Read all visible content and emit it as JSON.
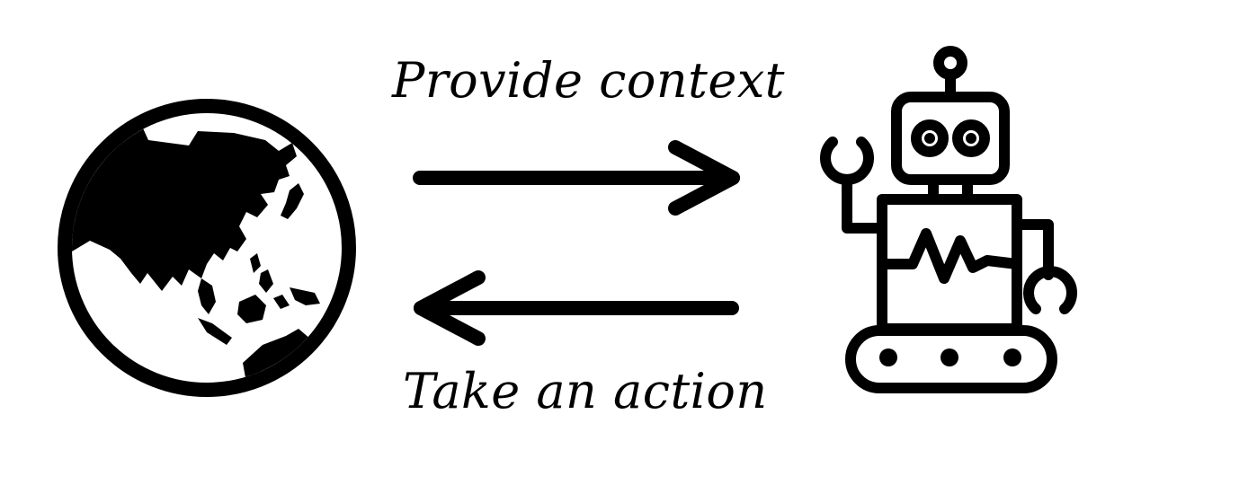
{
  "diagram": {
    "left_node": {
      "icon": "globe-icon"
    },
    "right_node": {
      "icon": "robot-icon"
    },
    "top_edge": {
      "label": "Provide context",
      "direction": "globe-to-robot"
    },
    "bottom_edge": {
      "label": "Take an action",
      "direction": "robot-to-globe"
    },
    "colors": {
      "ink": "#000000",
      "background": "#ffffff"
    }
  }
}
